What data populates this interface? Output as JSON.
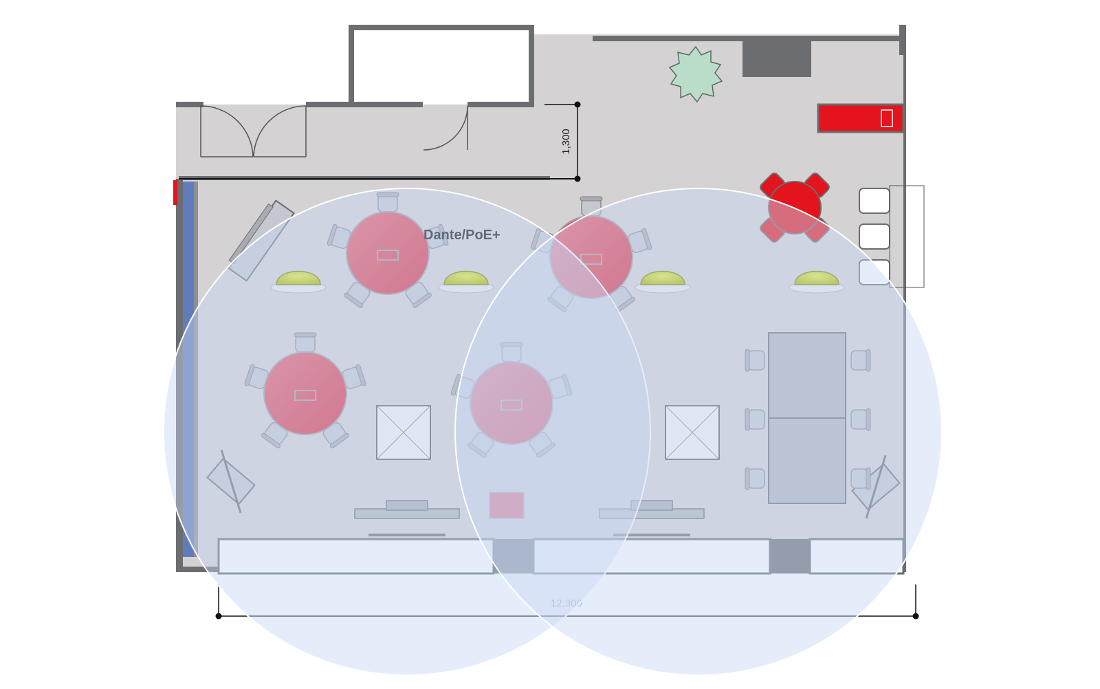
{
  "labels": {
    "network": "Dante/PoE+",
    "dimension_width": "12,300",
    "dimension_depth": "1,300"
  },
  "colors": {
    "floor": "#d4d2d3",
    "wall": "#6b6d70",
    "table_round": "#e34b5b",
    "accent_red": "#e3141d",
    "speaker": "#c8d400",
    "coverage": "#c8d6f5",
    "furniture_gray": "#b3b6bd"
  },
  "icons": {
    "plant": "plant-icon",
    "speaker": "ceiling-speaker-icon",
    "column": "column-x-icon"
  }
}
